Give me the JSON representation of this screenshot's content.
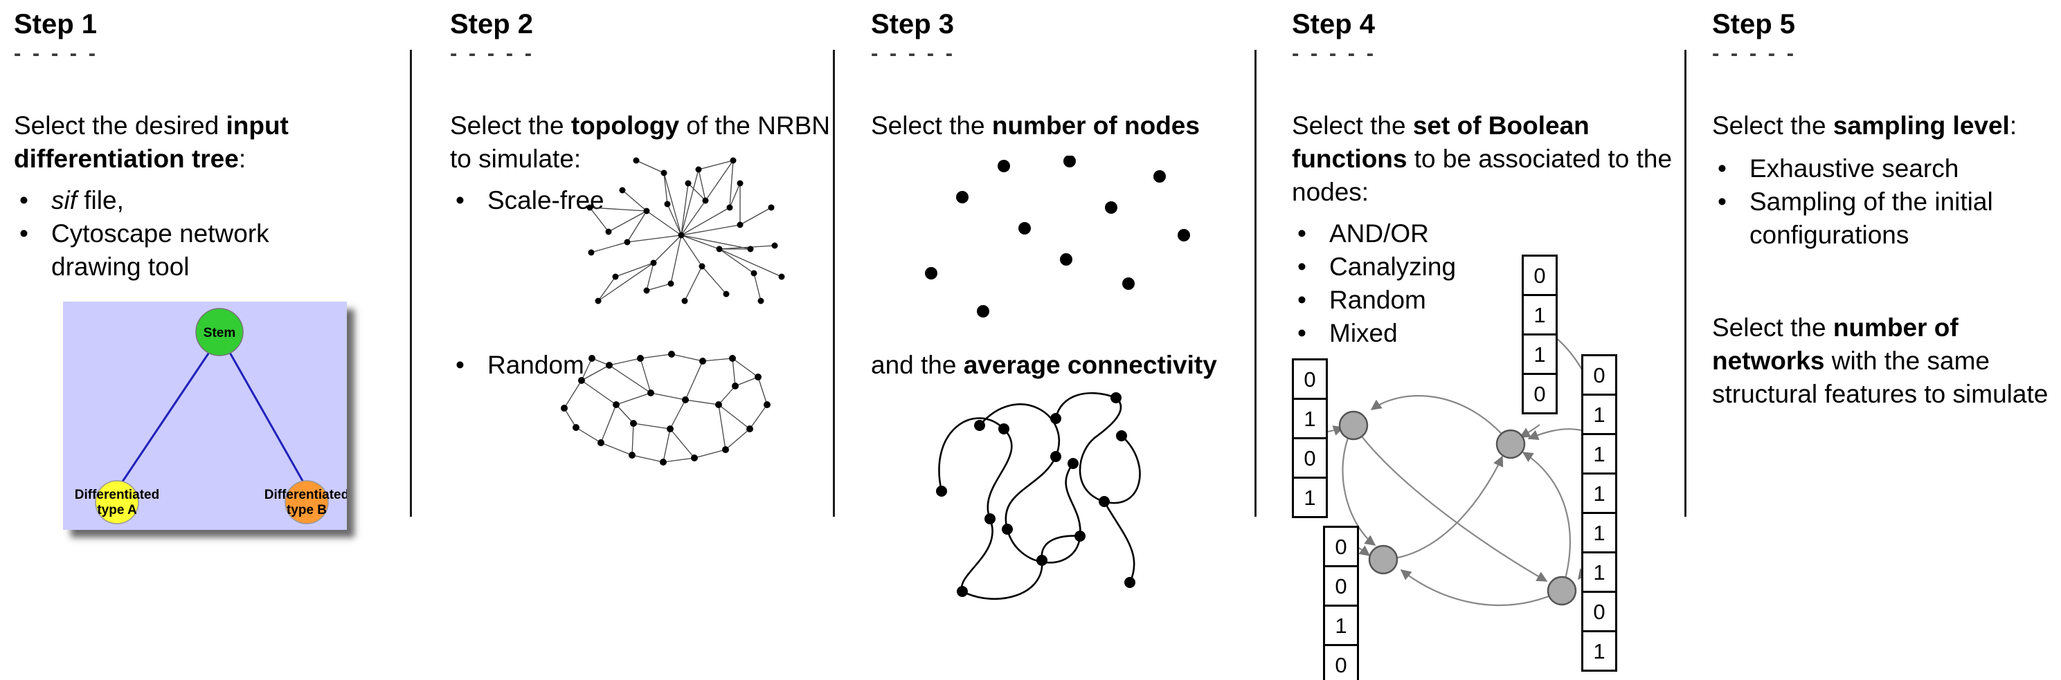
{
  "ui": {
    "bullet": "•"
  },
  "steps": [
    {
      "title": "Step 1",
      "dashes": "- - - - -",
      "intro": {
        "s0": "Select the desired ",
        "s1": "input differentiation tree",
        "s2": ":"
      },
      "bullets": [
        {
          "italic": "sif",
          "rest": " file,"
        },
        {
          "text": "Cytoscape network drawing tool"
        }
      ],
      "tree": {
        "stem_label": "Stem",
        "node_a": {
          "line1": "Differentiated",
          "line2": "type A"
        },
        "node_b": {
          "line1": "Differentiated",
          "line2": "type B"
        },
        "colors": {
          "background": "#ccccff",
          "stem": "#33cc33",
          "type_a": "#ffff33",
          "type_b": "#ff9933",
          "edge": "#2222bb"
        }
      }
    },
    {
      "title": "Step 2",
      "dashes": "- - - - -",
      "intro": {
        "s0": "Select the ",
        "s1": "topology",
        "s2": " of the NRBN to simulate:"
      },
      "bullets": [
        {
          "text": "Scale-free"
        },
        {
          "text": "Random"
        }
      ]
    },
    {
      "title": "Step 3",
      "dashes": "- - - - -",
      "intro": {
        "s0": "Select the ",
        "s1": "number of nodes",
        "s2": ""
      },
      "connectivity": {
        "s0": "and the ",
        "s1": "average connectivity",
        "s2": ""
      }
    },
    {
      "title": "Step 4",
      "dashes": "- - - - -",
      "intro": {
        "s0": "Select the ",
        "s1": "set of Boolean functions",
        "s2": " to be associated to the nodes:"
      },
      "bullets": [
        {
          "text": "AND/OR"
        },
        {
          "text": "Canalyzing"
        },
        {
          "text": "Random"
        },
        {
          "text": "Mixed"
        }
      ],
      "truth_tables": {
        "left": [
          "0",
          "1",
          "0",
          "1"
        ],
        "top": [
          "0",
          "1",
          "1",
          "0"
        ],
        "bottom": [
          "0",
          "0",
          "1",
          "0"
        ],
        "right": [
          "0",
          "1",
          "1",
          "1",
          "1",
          "1",
          "0",
          "1"
        ]
      },
      "node_color": "#aaaaaa"
    },
    {
      "title": "Step 5",
      "dashes": "- - - - -",
      "intro": {
        "s0": "Select the ",
        "s1": "sampling level",
        "s2": ":"
      },
      "bullets": [
        {
          "text": "Exhaustive search"
        },
        {
          "text": "Sampling of the initial configurations"
        }
      ],
      "networks": {
        "s0": "Select the ",
        "s1": "number of networks",
        "s2": " with the same structural features to simulate"
      }
    }
  ]
}
